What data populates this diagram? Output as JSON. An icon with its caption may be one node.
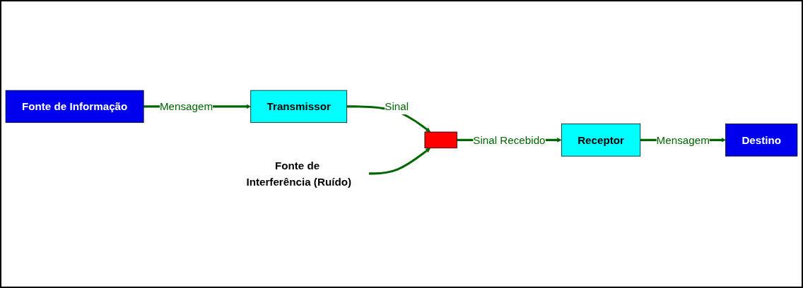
{
  "diagram": {
    "nodes": [
      {
        "text": [
          "Fonte de Informação"
        ]
      },
      {
        "text": [
          "Transmissor"
        ]
      },
      {
        "text": [],
        "shape": "box"
      },
      {
        "text": [
          "Receptor"
        ]
      },
      {
        "text": [
          "Destino"
        ]
      },
      {
        "text": [
          "Fonte de Interferência (Ruído)"
        ]
      }
    ],
    "edges": [
      {
        "from": 0,
        "to": 1,
        "arrow": "to",
        "label": "Mensagem"
      },
      {
        "from": 1,
        "to": 2,
        "arrow": "to",
        "label": "Sinal"
      },
      {
        "from": 2,
        "to": 3,
        "arrow": "to",
        "label": "Sinal Recebido"
      },
      {
        "from": 3,
        "to": 4,
        "arrow": "to",
        "label": "Mensagem"
      },
      {
        "from": 5,
        "to": 2,
        "arrow": "to"
      }
    ]
  }
}
